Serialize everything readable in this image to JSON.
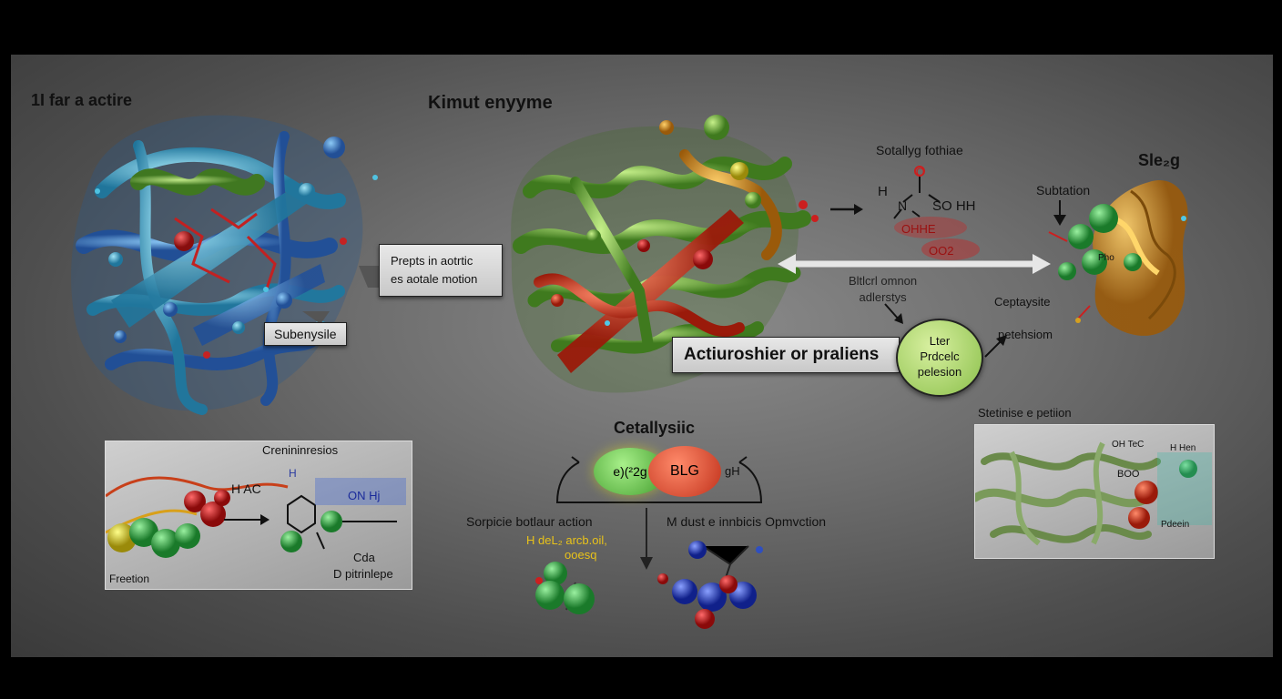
{
  "labels": {
    "top_left_title": "1I far a actire",
    "center_title": "Kimut enyyme",
    "right_title": "Sle₂g",
    "prep_box_line1": "Prepts in aotrtic",
    "prep_box_line2": "es aotale motion",
    "subenysile": "Subenysile",
    "catalytic_formula": "Sotallyg fothiae",
    "formula_h": "H",
    "formula_o": "O",
    "formula_n": "N",
    "formula_so": "SO HH",
    "formula_onhe": "OHHE",
    "formula_oo2": "OO2",
    "arrow_caption_line1": "Bltlcrl omnon",
    "arrow_caption_line2": "adlerstys",
    "subtation": "Subtation",
    "lobe_label": "Pho",
    "actiuroshier": "Actiuroshier or praliens",
    "circle_line1": "Lter",
    "circle_line2": "Prdcelc",
    "circle_line3": "pelesion",
    "ceptaysite_line1": "Ceptaysite",
    "ceptaysite_line2": "petehsiom",
    "catalysic": "Cetallysiic",
    "bubble_left": "e)(²2g",
    "bubble_right": "BLG",
    "bubble_suffix": "gH",
    "left_bottom_caption": "Sorpicie botlaur action",
    "right_bottom_caption": "M dust e innbicis Opmvction",
    "yellow_text_line1": "H deL₂ arcb.oil,",
    "yellow_text_line2": "ooesq",
    "panel_left_title": "Crenininresios",
    "panel_left_chem1": "H AC",
    "panel_left_chem2": "ON Hj",
    "panel_left_chem3": "H",
    "panel_left_cda": "Cda",
    "panel_left_d": "D pitrinlepe",
    "panel_left_freetion": "Freetion",
    "panel_right_title": "Stetinise e petiion",
    "panel_right_l1": "OH TeC",
    "panel_right_l2": "H Hen",
    "panel_right_l3": "BOO",
    "panel_right_l4": "Pdeein"
  },
  "colors": {
    "protein_blue": "#2f7fb8",
    "protein_cyan": "#3fa8d0",
    "protein_green": "#6fa83a",
    "protein_orange": "#d0522a",
    "protein_gold": "#d49a22",
    "accent_red": "#cc1f1f",
    "sphere_green": "#3faa4a",
    "sphere_blue": "#2f4fc0",
    "text_yellow": "#e8c21a"
  },
  "icons": [
    "double-arrow-icon",
    "right-arrow-icon",
    "down-arrow-icon"
  ]
}
